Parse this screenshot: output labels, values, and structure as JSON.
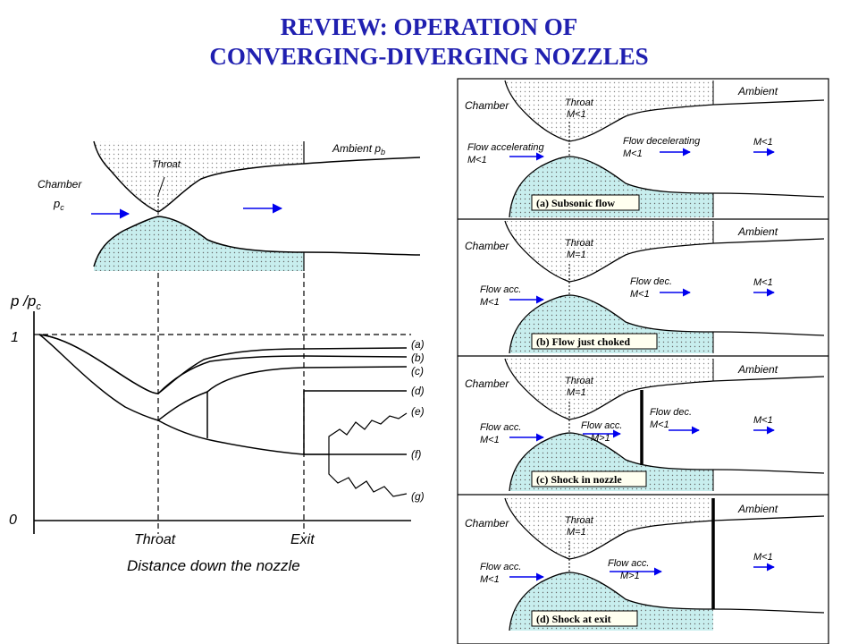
{
  "title": {
    "line1": "REVIEW: OPERATION OF",
    "line2": "CONVERGING-DIVERGING NOZZLES"
  },
  "left_diagram": {
    "chamber_label_1": "Chamber",
    "chamber_label_2": "p",
    "chamber_label_2_sub": "c",
    "throat_label": "Throat",
    "ambient_label": "Ambient p",
    "ambient_label_sub": "b",
    "y_axis_label": "p /p",
    "y_axis_label_sub": "c",
    "y_tick_1": "1",
    "y_tick_0": "0",
    "x_tick_throat": "Throat",
    "x_tick_exit": "Exit",
    "x_axis_label": "Distance down the nozzle",
    "curves": [
      "(a)",
      "(b)",
      "(c)",
      "(d)",
      "(e)",
      "(f)",
      "(g)"
    ]
  },
  "panels": [
    {
      "chamber": "Chamber",
      "throat": "Throat",
      "throat_mach": "M<1",
      "ambient": "Ambient",
      "left_flow_1": "Flow accelerating",
      "left_flow_2": "M<1",
      "mid_flow_1": "Flow decelerating",
      "mid_flow_2": "M<1",
      "ambient_mach": "M<1",
      "caption": "(a) Subsonic flow"
    },
    {
      "chamber": "Chamber",
      "throat": "Throat",
      "throat_mach": "M=1",
      "ambient": "Ambient",
      "left_flow_1": "Flow acc.",
      "left_flow_2": "M<1",
      "mid_flow_1": "Flow dec.",
      "mid_flow_2": "M<1",
      "ambient_mach": "M<1",
      "caption": "(b) Flow just choked"
    },
    {
      "chamber": "Chamber",
      "throat": "Throat",
      "throat_mach": "M=1",
      "ambient": "Ambient",
      "left_flow_1": "Flow acc.",
      "left_flow_2": "M<1",
      "mid_flow_1": "Flow acc.",
      "mid_flow_2": "M>1",
      "post_flow_1": "Flow dec.",
      "post_flow_2": "M<1",
      "ambient_mach": "M<1",
      "caption": "(c) Shock in nozzle"
    },
    {
      "chamber": "Chamber",
      "throat": "Throat",
      "throat_mach": "M=1",
      "ambient": "Ambient",
      "left_flow_1": "Flow acc.",
      "left_flow_2": "M<1",
      "mid_flow_1": "Flow acc.",
      "mid_flow_2": "M>1",
      "ambient_mach": "M<1",
      "caption": "(d) Shock at exit"
    }
  ],
  "colors": {
    "title": "#2020b0",
    "arrow": "#0000ee",
    "nozzle_fill": "#c8eeee"
  }
}
